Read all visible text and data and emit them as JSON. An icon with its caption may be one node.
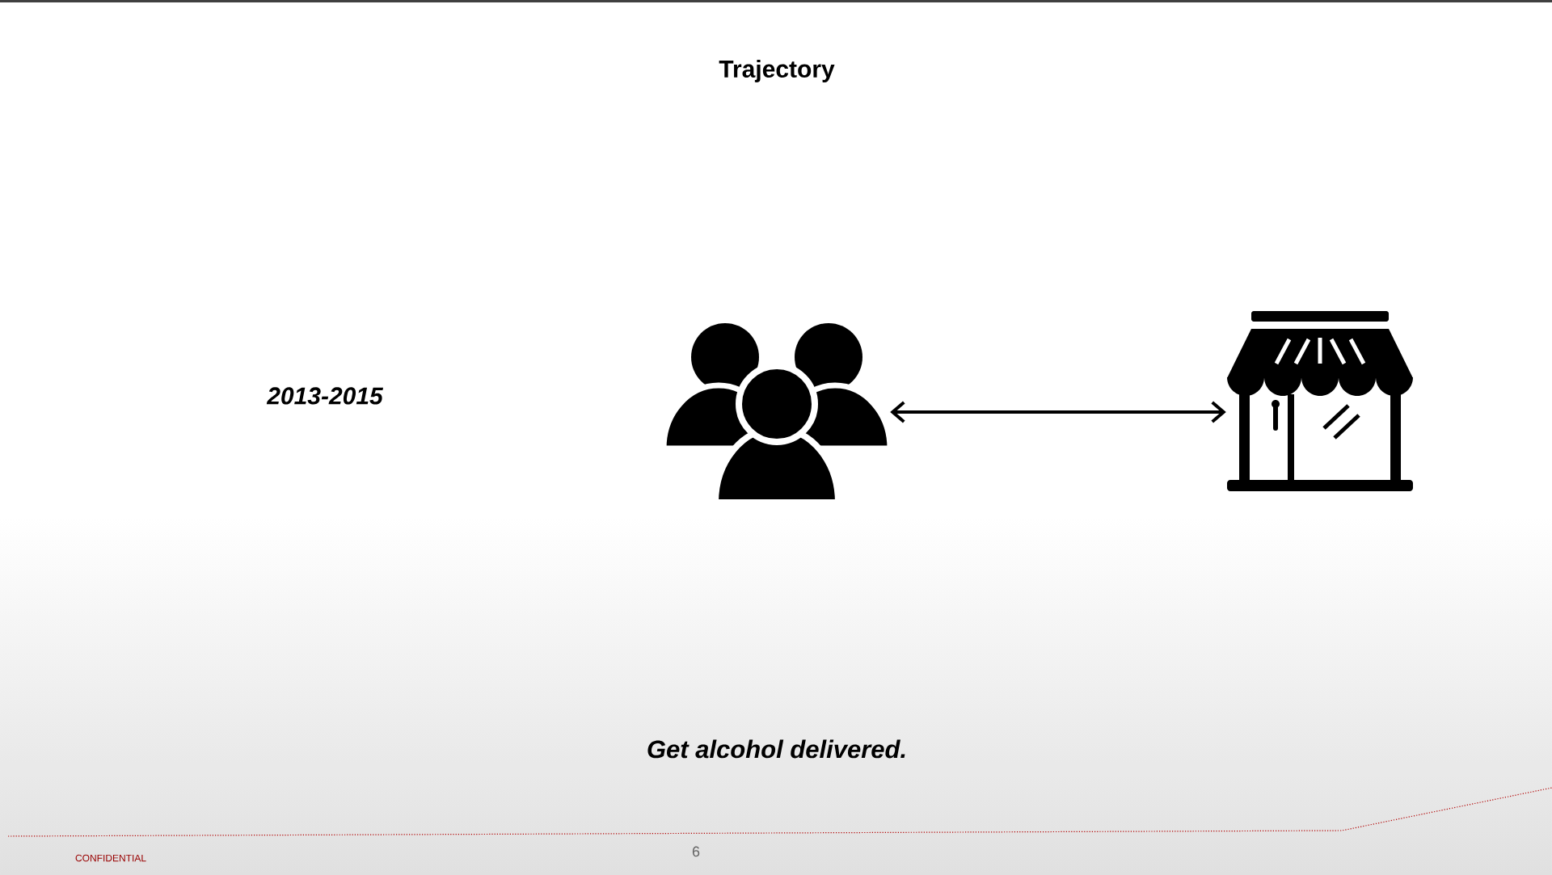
{
  "diagram": {
    "title": "Trajectory",
    "caption": "Get alcohol delivered.",
    "nodes": [
      {
        "text": [],
        "shape": "person"
      },
      {
        "text": [],
        "shape": "building"
      }
    ],
    "edges": [
      {
        "from": 0,
        "to": 1,
        "arrow": "both"
      }
    ],
    "labels": [
      "2013-2015",
      "CONFIDENTIAL",
      "6"
    ]
  }
}
